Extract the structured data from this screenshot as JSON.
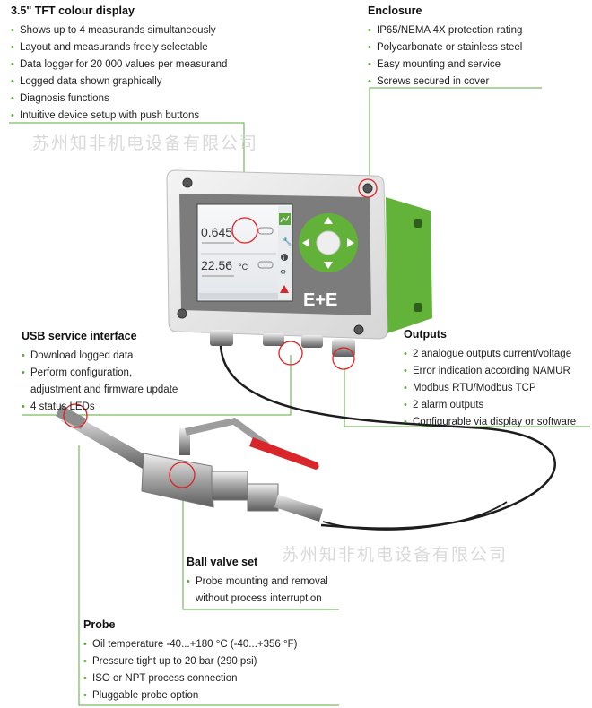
{
  "display": {
    "title": "3.5\" TFT colour display",
    "items": [
      "Shows up to 4 measurands simultaneously",
      "Layout and measurands freely selectable",
      "Data logger for 20 000 values per measurand",
      "Logged data shown graphically",
      "Diagnosis functions",
      "Intuitive device setup with push buttons"
    ]
  },
  "enclosure": {
    "title": "Enclosure",
    "items": [
      "IP65/NEMA 4X protection rating",
      "Polycarbonate or stainless steel",
      "Easy mounting and service",
      "Screws secured in cover"
    ]
  },
  "usb": {
    "title": "USB service interface",
    "items": [
      "Download logged data",
      "Perform configuration,",
      "4 status LEDs"
    ],
    "continuation": "adjustment and firmware update"
  },
  "outputs": {
    "title": "Outputs",
    "items": [
      "2 analogue outputs current/voltage",
      "Error indication according NAMUR",
      "Modbus RTU/Modbus TCP",
      "2 alarm outputs",
      "Configurable via display or software"
    ]
  },
  "ballvalve": {
    "title": "Ball valve set",
    "items": [
      "Probe mounting and removal"
    ],
    "continuation": "without process interruption"
  },
  "probe": {
    "title": "Probe",
    "items": [
      "Oil temperature -40...+180 °C (-40...+356 °F)",
      "Pressure tight up to 20 bar (290 psi)",
      "ISO or NPT process connection",
      "Pluggable probe option"
    ]
  },
  "screen": {
    "value1": "0.645",
    "value2": "22.56",
    "unit2": "°C"
  },
  "logo": "E+E",
  "watermark": "苏州知非机电设备有限公司",
  "colors": {
    "accent": "#5aa83a",
    "brand_green": "#6ab63b",
    "valve_handle": "#d8262b"
  }
}
